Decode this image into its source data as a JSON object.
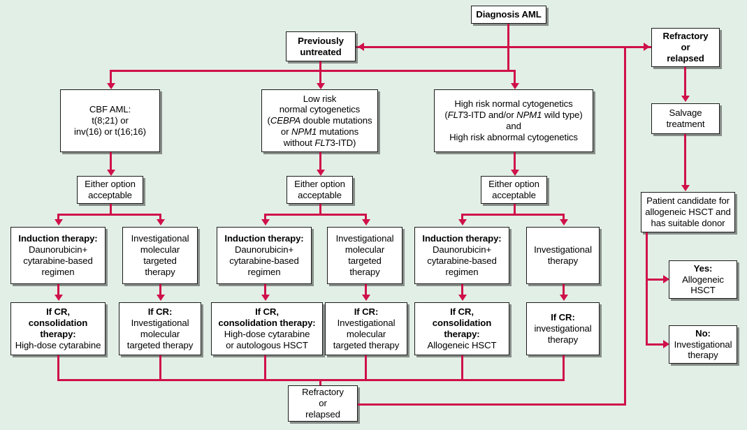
{
  "diagram": {
    "title": "AML treatment algorithm flowchart",
    "accent_color": "#cf1049",
    "background_color": "#e2efe6",
    "box_fill": "#ffffff",
    "box_border": "#1a1a1a"
  },
  "nodes": {
    "diagnosis": {
      "l1": "Diagnosis AML"
    },
    "previously_untreated": {
      "l1": "Previously",
      "l2": "untreated"
    },
    "refractory_top": {
      "l1": "Refractory",
      "l2": "or",
      "l3": "relapsed"
    },
    "salvage": {
      "l1": "Salvage",
      "l2": "treatment"
    },
    "patient_candidate": {
      "l1": "Patient candidate for",
      "l2": "allogeneic HSCT and",
      "l3": "has suitable donor"
    },
    "yes_allo": {
      "l1": "Yes:",
      "l2": "Allogeneic",
      "l3": "HSCT"
    },
    "no_invest": {
      "l1": "No:",
      "l2": "Investigational",
      "l3": "therapy"
    },
    "risk_cbf": {
      "l1": "CBF AML:",
      "l2": "t(8;21) or",
      "l3": "inv(16) or t(16;16)"
    },
    "risk_low": {
      "l1": "Low risk",
      "l2": "normal cytogenetics",
      "l3a": "(",
      "l3b": "CEBPA",
      "l3c": " double mutations",
      "l4a": "or ",
      "l4b": "NPM1",
      "l4c": " mutations",
      "l5a": "without ",
      "l5b": "FLT",
      "l5c": "3-ITD)"
    },
    "risk_high": {
      "l1": "High risk normal cytogenetics",
      "l2a": "(",
      "l2b": "FLT",
      "l2c": "3-ITD and/or ",
      "l2d": "NPM1",
      "l2e": " wild type)",
      "l3": "and",
      "l4": "High risk abnormal cytogenetics"
    },
    "either_1": {
      "l1": "Either option",
      "l2": "acceptable"
    },
    "either_2": {
      "l1": "Either option",
      "l2": "acceptable"
    },
    "either_3": {
      "l1": "Either option",
      "l2": "acceptable"
    },
    "induction_1": {
      "l1": "Induction therapy:",
      "l2": "Daunorubicin+",
      "l3": "cytarabine-based",
      "l4": "regimen"
    },
    "invest_1": {
      "l1": "Investigational",
      "l2": "molecular",
      "l3": "targeted",
      "l4": "therapy"
    },
    "induction_2": {
      "l1": "Induction therapy:",
      "l2": "Daunorubicin+",
      "l3": "cytarabine-based",
      "l4": "regimen"
    },
    "invest_2": {
      "l1": "Investigational",
      "l2": "molecular",
      "l3": "targeted",
      "l4": "therapy"
    },
    "induction_3": {
      "l1": "Induction therapy:",
      "l2": "Daunorubicin+",
      "l3": "cytarabine-based",
      "l4": "regimen"
    },
    "invest_3": {
      "l1": "Investigational",
      "l2": "therapy"
    },
    "cr_1": {
      "l1": "If CR,",
      "l2": "consolidation",
      "l3": "therapy:",
      "l4": "High-dose cytarabine"
    },
    "cr_2": {
      "l1": "If CR:",
      "l2": "Investigational",
      "l3": "molecular",
      "l4": "targeted therapy"
    },
    "cr_3": {
      "l1": "If CR,",
      "l2": "consolidation therapy:",
      "l3": "High-dose cytarabine",
      "l4": "or autologous HSCT"
    },
    "cr_4": {
      "l1": "If CR:",
      "l2": "Investigational",
      "l3": "molecular",
      "l4": "targeted therapy"
    },
    "cr_5": {
      "l1": "If CR,",
      "l2": "consolidation",
      "l3": "therapy:",
      "l4": "Allogeneic HSCT"
    },
    "cr_6": {
      "l1": "If CR:",
      "l2": "investigational",
      "l3": "therapy"
    },
    "refractory_bottom": {
      "l1": "Refractory",
      "l2": "or",
      "l3": "relapsed"
    }
  }
}
